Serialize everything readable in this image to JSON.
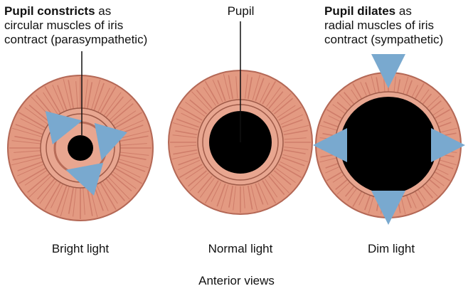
{
  "labels": {
    "left_bold": "Pupil constricts",
    "left_rest_1": " as",
    "left_line2": "circular muscles of iris",
    "left_line3": "contract (parasympathetic)",
    "center": "Pupil",
    "right_bold": "Pupil dilates",
    "right_rest_1": " as",
    "right_line2": "radial muscles of iris",
    "right_line3": "contract (sympathetic)"
  },
  "captions": {
    "left": "Bright light",
    "center": "Normal light",
    "right": "Dim light",
    "bottom": "Anterior views"
  },
  "colors": {
    "iris_fill": "#e39a82",
    "iris_stroke": "#9e5a48",
    "fiber": "#c97462",
    "pupil": "#000000",
    "arrow": "#79a9cf",
    "leader_line": "#111111"
  }
}
